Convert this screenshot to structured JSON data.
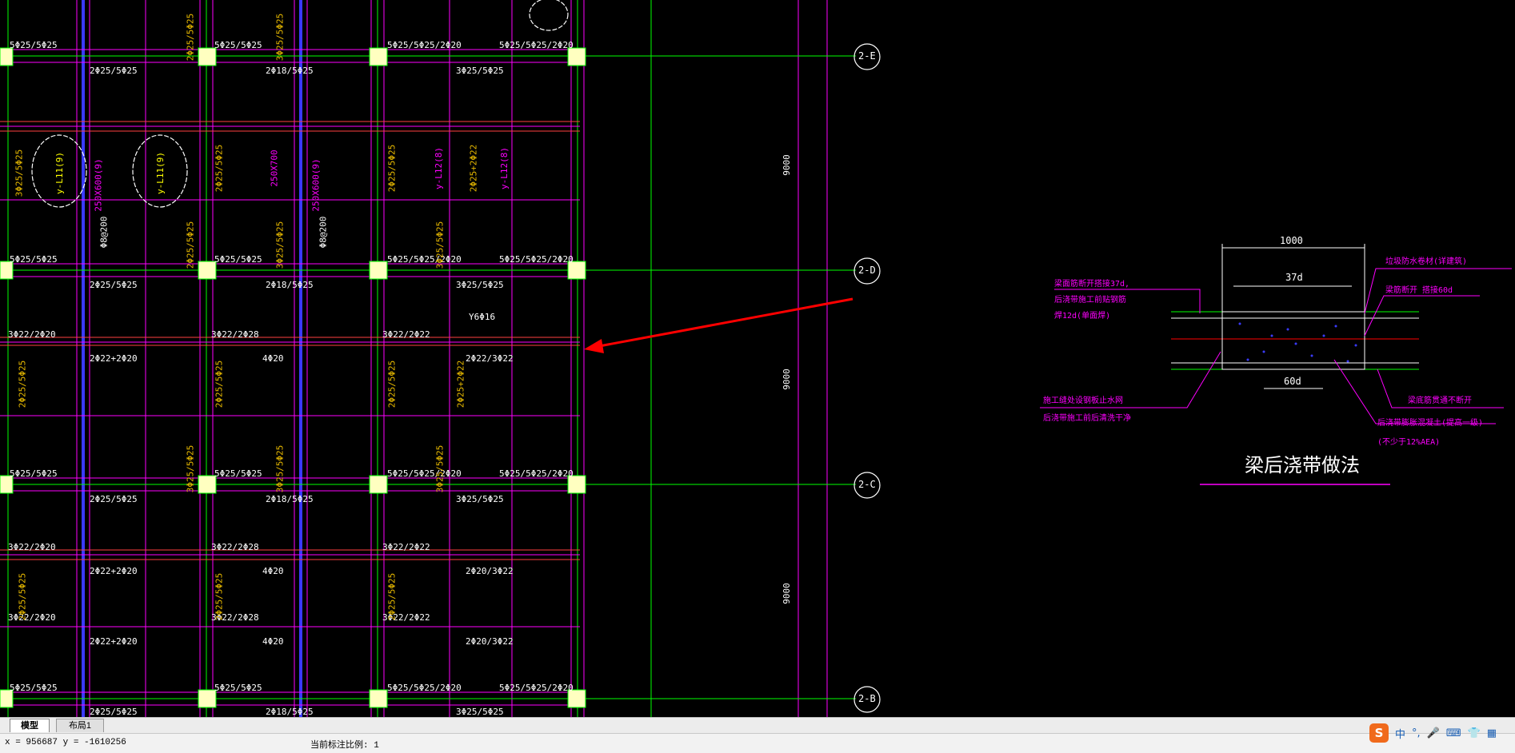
{
  "grid_labels": [
    "2-E",
    "2-D",
    "2-C",
    "2-B"
  ],
  "dims": {
    "spacing": "9000"
  },
  "beam_notes": [
    "5Φ25/5Φ25",
    "2Φ25/5Φ25",
    "2Φ18/5Φ25",
    "3Φ25/5Φ25",
    "5Φ25/5Φ25/2Φ20",
    "3Φ22/2Φ20",
    "3Φ22/2Φ28",
    "3Φ22/2Φ22",
    "2Φ22+2Φ20",
    "4Φ20",
    "2Φ22/3Φ22",
    "2Φ20/3Φ22",
    "Y6Φ16",
    "5Φ25/5Φ25/2Φ20",
    "3Φ25/5Φ25"
  ],
  "vert_notes": [
    "y-L11(9)",
    "250X600(9)",
    "Φ8@200",
    "y-L12(8)",
    "2Φ25/5Φ25",
    "3Φ25/5Φ25",
    "2Φ25+2Φ22",
    "250X700"
  ],
  "detail": {
    "title": "梁后浇带做法",
    "dim_top": "1000",
    "dim_mid": "37d",
    "dim_bottom": "60d",
    "note_l1": "梁面筋断开搭接37d,",
    "note_l2": "后浇带施工前贴钢筋",
    "note_l3": "焊12d(单面焊)",
    "note_r1": "垃圾防水卷材(详建筑)",
    "note_r2": "梁筋断开 搭接60d",
    "note_bl1": "施工缝处设钢板止水网",
    "note_bl2": "后浇带施工前后清洗干净",
    "note_br1": "梁底筋贯通不断开",
    "note_br2": "后浇带膨胀混凝土(提高一级)",
    "note_br3": "(不少于12%AEA)"
  },
  "tabs": {
    "model": "模型",
    "layout": "布局1"
  },
  "status": {
    "coords": "x = 956687  y = -1610256",
    "scale": "当前标注比例: 1"
  },
  "ime": {
    "lang": "中",
    "punct": "°,"
  },
  "colors": {
    "grid_green": "#00ff00",
    "magenta": "#ff00ff",
    "yellow": "#ffff00",
    "red": "#ff0000",
    "column": "#ffffc0"
  }
}
